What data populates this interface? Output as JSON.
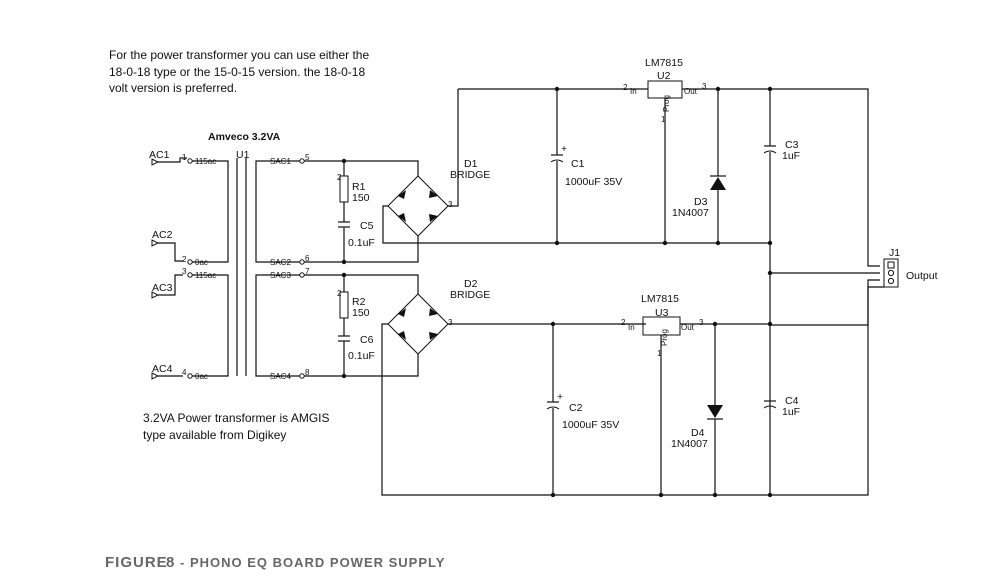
{
  "notes": {
    "top_line1": "For the power transformer you can use either the",
    "top_line2": "18-0-18 type or the 15-0-15 version. the 18-0-18",
    "top_line3": "volt version is preferred.",
    "bottom_line1": "3.2VA Power transformer is AMGIS",
    "bottom_line2": "type available from Digikey"
  },
  "caption": {
    "figure_word": "FIGURE",
    "figure_num": "8",
    "title": "- PHONO EQ BOARD POWER SUPPLY"
  },
  "transformer": {
    "title": "Amveco 3.2VA",
    "ref": "U1",
    "ac_inputs": [
      "AC1",
      "AC2",
      "AC3",
      "AC4"
    ],
    "primary_pins": [
      "1",
      "2",
      "3",
      "4"
    ],
    "primary_labels": [
      "115ac",
      "0ac",
      "115ac",
      "0ac"
    ],
    "secondary_pins": [
      "5",
      "6",
      "7",
      "8"
    ],
    "secondary_labels": [
      "SAC1",
      "SAC2",
      "SAC3",
      "SAC4"
    ]
  },
  "components": {
    "R1": {
      "ref": "R1",
      "value": "150"
    },
    "R2": {
      "ref": "R2",
      "value": "150"
    },
    "C5": {
      "ref": "C5",
      "value": "0.1uF"
    },
    "C6": {
      "ref": "C6",
      "value": "0.1uF"
    },
    "D1": {
      "ref": "D1",
      "type": "BRIDGE"
    },
    "D2": {
      "ref": "D2",
      "type": "BRIDGE"
    },
    "C1": {
      "ref": "C1",
      "value": "1000uF 35V"
    },
    "C2": {
      "ref": "C2",
      "value": "1000uF 35V"
    },
    "U2": {
      "ref": "U2",
      "part": "LM7815",
      "in": "In",
      "out": "Out",
      "prog": "Prog"
    },
    "U3": {
      "ref": "U3",
      "part": "LM7815",
      "in": "In",
      "out": "Out",
      "prog": "Prog"
    },
    "D3": {
      "ref": "D3",
      "part": "1N4007"
    },
    "D4": {
      "ref": "D4",
      "part": "1N4007"
    },
    "C3": {
      "ref": "C3",
      "value": "1uF"
    },
    "C4": {
      "ref": "C4",
      "value": "1uF"
    },
    "J1": {
      "ref": "J1",
      "label": "Output"
    }
  },
  "pin_numbers": {
    "one": "1",
    "two": "2",
    "three": "3",
    "four": "4",
    "plus": "+"
  }
}
